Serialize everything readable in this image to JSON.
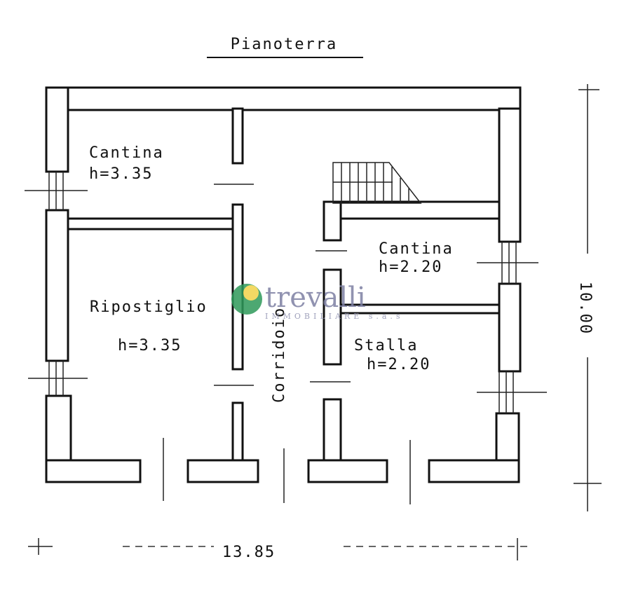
{
  "title": "Pianoterra",
  "rooms": [
    {
      "name": "Cantina",
      "height": "h=3.35"
    },
    {
      "name": "Ripostiglio",
      "height": "h=3.35"
    },
    {
      "name": "Corridoio"
    },
    {
      "name": "Cantina",
      "height": "h=2.20"
    },
    {
      "name": "Stalla",
      "height": "h=2.20"
    }
  ],
  "dimensions": {
    "width": "13.85",
    "depth": "10.00"
  },
  "watermark": {
    "brand": "trevalli",
    "sub": "IMMOBILIARE s.a.s",
    "colors": {
      "green": "#2e9a5a",
      "yellow": "#f2d34a",
      "text": "#7d7fa3"
    }
  }
}
